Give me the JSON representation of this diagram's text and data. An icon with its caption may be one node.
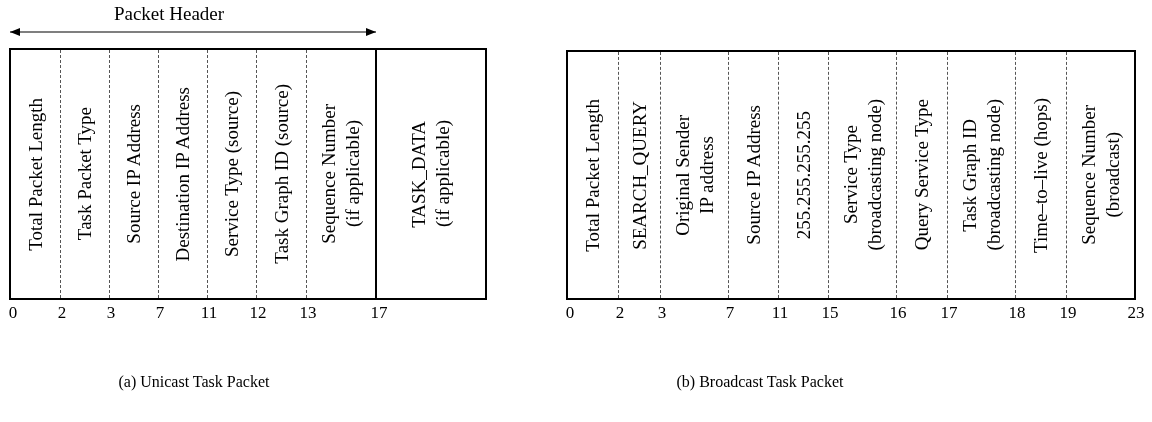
{
  "diagram": {
    "nodes": [
      {
        "text": [],
        "shape": "box"
      },
      {
        "text": [],
        "shape": "box",
        "in": 0
      },
      {
        "text": [
          "Total Packet Length"
        ],
        "in": 1
      },
      {
        "text": [
          "Task Packet Type"
        ],
        "in": 1
      },
      {
        "text": [
          "Source IP Address"
        ],
        "in": 1
      },
      {
        "text": [
          "Destination IP Address"
        ],
        "in": 1
      },
      {
        "text": [
          "Service Type (source)"
        ],
        "in": 1
      },
      {
        "text": [
          "Task Graph ID (source)"
        ],
        "in": 1
      },
      {
        "text": [
          "Sequence Number",
          "(if applicable)"
        ],
        "in": 1
      },
      {
        "text": [
          "TASK_DATA",
          "(if applicable)"
        ],
        "in": 0
      },
      {
        "text": [],
        "shape": "box"
      },
      {
        "text": [
          "Total Packet Length"
        ],
        "in": 10
      },
      {
        "text": [
          "SEARCH_QUERY"
        ],
        "in": 10
      },
      {
        "text": [
          "Original Sender",
          "IP address"
        ],
        "in": 10
      },
      {
        "text": [
          "Source IP Address"
        ],
        "in": 10
      },
      {
        "text": [
          "255.255.255.255"
        ],
        "in": 10
      },
      {
        "text": [
          "Service Type",
          "(broadcasting node)"
        ],
        "in": 10
      },
      {
        "text": [
          "Query Service Type"
        ],
        "in": 10
      },
      {
        "text": [
          "Task Graph ID",
          "(broadcasting node)"
        ],
        "in": 10
      },
      {
        "text": [
          "Time–to–live (hops)"
        ],
        "in": 10
      },
      {
        "text": [
          "Sequence Number",
          "(broadcast)"
        ],
        "in": 10
      }
    ],
    "edges": [],
    "labels": [
      "Packet Header",
      "0",
      "2",
      "3",
      "7",
      "11",
      "12",
      "13",
      "17",
      "0",
      "2",
      "3",
      "7",
      "11",
      "15",
      "16",
      "17",
      "18",
      "19",
      "23",
      "(a) Unicast Task Packet",
      "(b) Broadcast Task Packet"
    ]
  }
}
